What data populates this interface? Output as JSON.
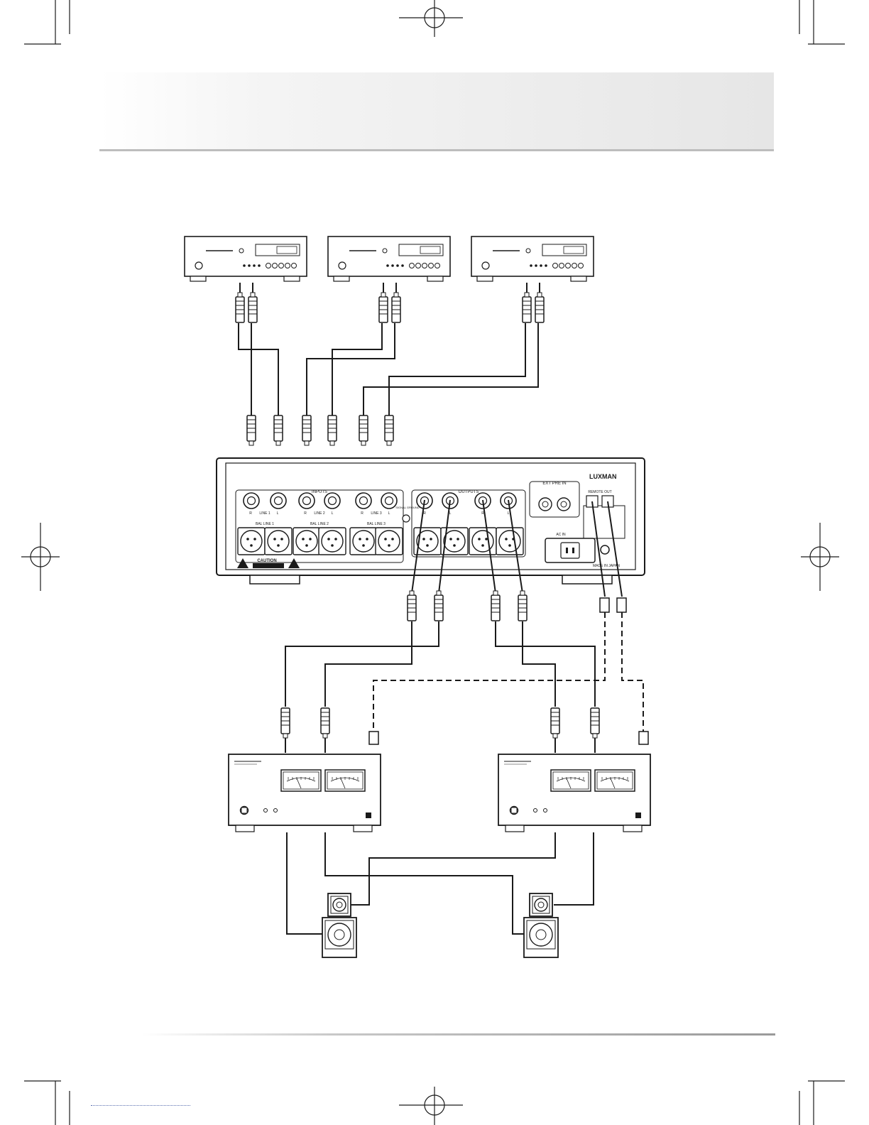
{
  "amplifier": {
    "brand": "LUXMAN",
    "panel_labels": {
      "inputs": "INPUTS",
      "outputs": "OUTPUTS",
      "ext_pre_in": "EXT PRE IN",
      "remote_out": "REMOTE OUT",
      "signal_ground": "SIGNAL GROUND",
      "ac_in": "AC IN",
      "made_in": "MADE IN JAPAN",
      "caution": "CAUTION"
    },
    "input_labels": [
      "LINE 1",
      "LINE 2",
      "LINE 3"
    ],
    "balanced_labels": [
      "BAL LINE 1",
      "BAL LINE 2",
      "BAL LINE 3"
    ],
    "channel_labels": {
      "right": "R",
      "left": "L"
    }
  },
  "colors": {
    "line": "#1a1a1a",
    "panel_fill": "#ffffff",
    "header_fill": "#e6e6e6"
  }
}
